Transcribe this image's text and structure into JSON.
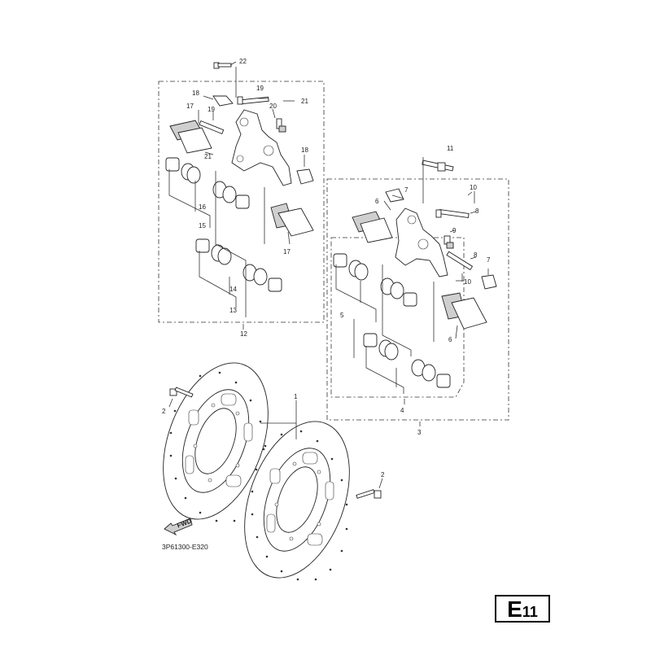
{
  "diagram": {
    "drawing_code": "3P61300-E320",
    "fwd_label": "FWD",
    "page_ref": {
      "prefix": "E",
      "number": "11"
    },
    "callouts": {
      "c22": "22",
      "c19a": "19",
      "c18a": "18",
      "c21a": "21",
      "c17a": "17",
      "c19b": "19",
      "c20": "20",
      "c21b": "21",
      "c18b": "18",
      "c16": "16",
      "c15": "15",
      "c17b": "17",
      "c14": "14",
      "c13": "13",
      "c12": "12",
      "c11": "11",
      "c7a": "7",
      "c6a": "6",
      "c10a": "10",
      "c8a": "8",
      "c9": "9",
      "c8b": "8",
      "c7b": "7",
      "c10b": "10",
      "c5": "5",
      "c6b": "6",
      "c4": "4",
      "c3": "3",
      "c1": "1",
      "c2a": "2",
      "c2b": "2"
    }
  }
}
